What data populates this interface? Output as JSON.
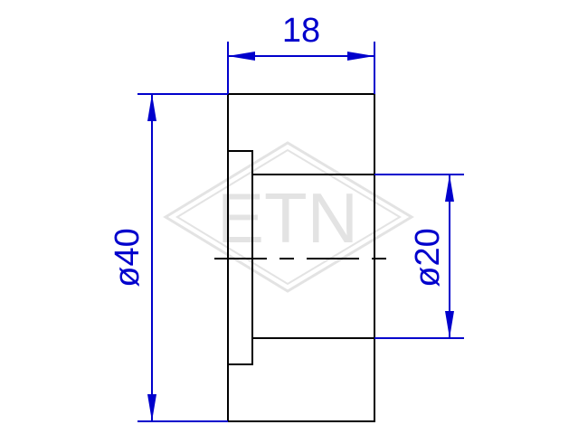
{
  "colors": {
    "part": "#000000",
    "dimension": "#0000cc",
    "watermark": "#e3e3e3"
  },
  "watermark": {
    "text": "ETN",
    "icon": "diamond-logo-icon"
  },
  "dimensions": {
    "width": "18",
    "outer_diameter": "ø40",
    "bore_diameter": "ø20"
  }
}
